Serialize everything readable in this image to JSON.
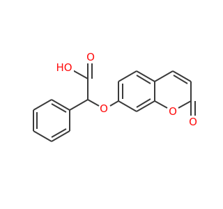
{
  "structure": {
    "atom_labels": {
      "hydroxyl": "HO",
      "carbonyl_oxygen": "O",
      "ether_oxygen": "O",
      "ring_oxygen": "O",
      "lactone_carbonyl_oxygen": "O"
    },
    "colors": {
      "bond": "#3a3a3a",
      "oxygen": "#ff0d0d",
      "background": "#ffffff"
    }
  }
}
